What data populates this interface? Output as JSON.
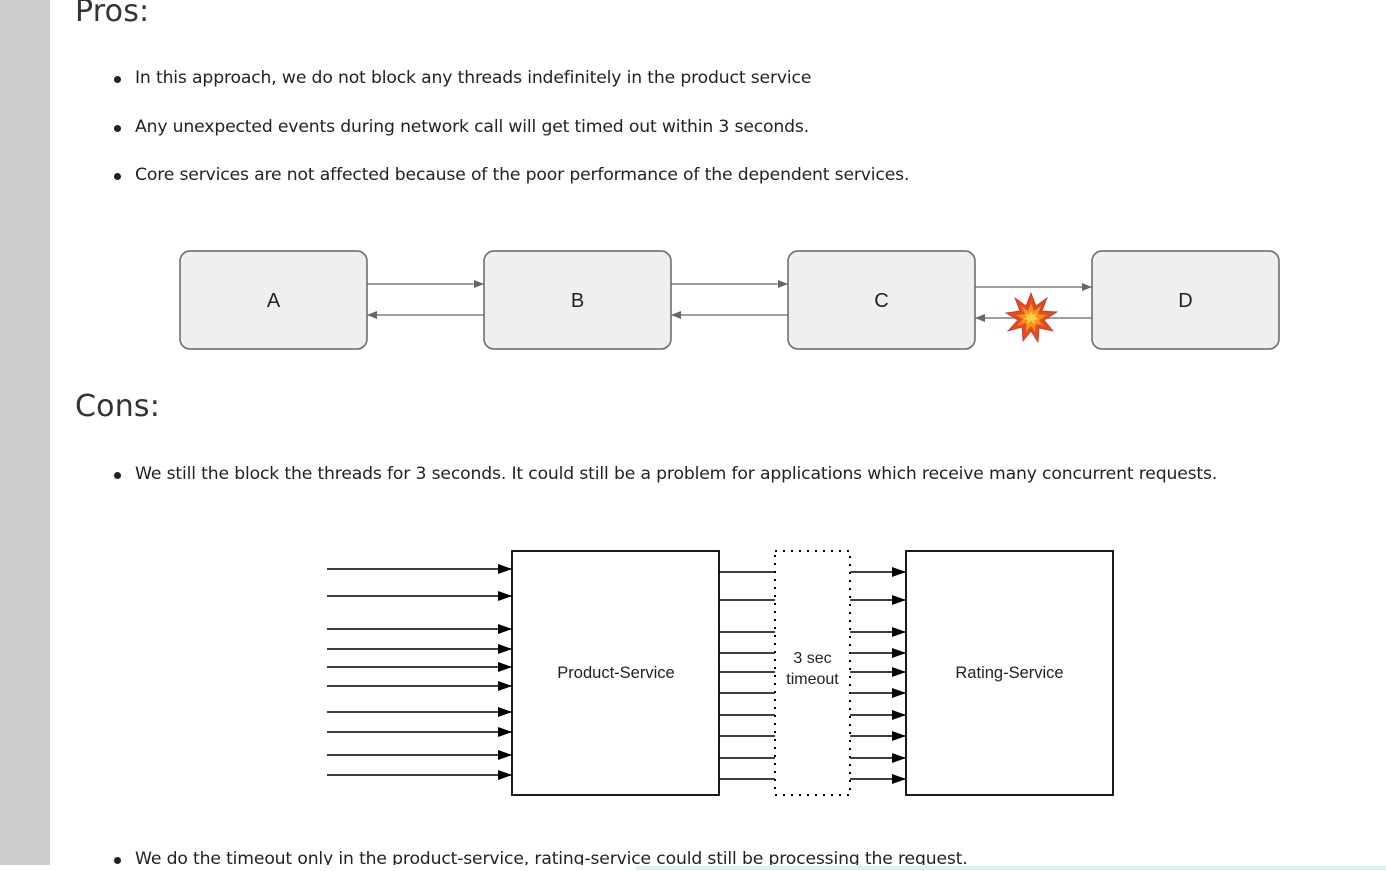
{
  "pros": {
    "heading": "Pros:",
    "items": [
      "In this approach, we do not block any threads indefinitely in the product service",
      "Any unexpected events during network call will get timed out within 3 seconds.",
      "Core services are not affected because of the poor performance of the dependent services."
    ]
  },
  "diagram1": {
    "nodes": [
      "A",
      "B",
      "C",
      "D"
    ]
  },
  "cons": {
    "heading": "Cons:",
    "items": [
      "We still the block the threads for 3 seconds. It could still be a problem for applications which receive many concurrent requests."
    ]
  },
  "diagram2": {
    "product_service": "Product-Service",
    "timeout_line1": "3 sec",
    "timeout_line2": "timeout",
    "rating_service": "Rating-Service"
  },
  "footer": {
    "items": [
      "We do the timeout only in the product-service, rating-service could still be processing the request."
    ]
  },
  "colors": {
    "gutter": "#cdcdcd",
    "node_fill": "#efefef",
    "node_stroke": "#666666",
    "explosion": "#f7931e"
  }
}
